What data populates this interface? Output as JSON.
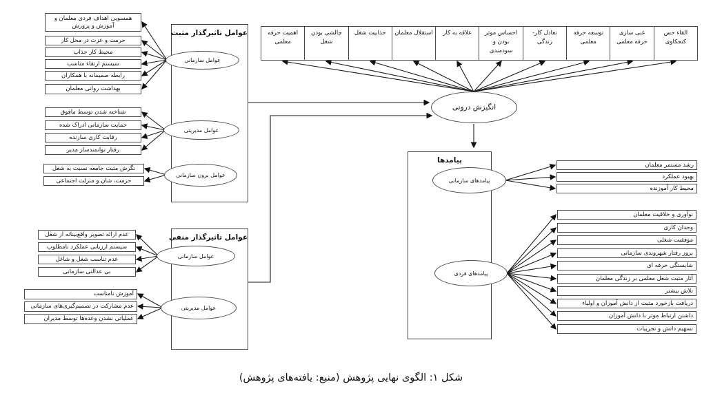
{
  "caption": "شکل ۱: الگوی نهایی پژوهش (منبع: یافته‌های پژوهش)",
  "center_node": {
    "label": "انگیزش درونی"
  },
  "motivation_aspects": [
    "اهمیت حرفه معلمی",
    "چالشی بودن شغل",
    "جذابیت شغل",
    "استقلال معلمان",
    "علاقه به کار",
    "احساس موثر بودن و سودمندی",
    "تعادل کار- زندگی",
    "توسعه حرفه معلمی",
    "غنی سازی حرفه معلمی",
    "القاء حس کنجکاوی"
  ],
  "positive_factors": {
    "title": "عوامل تاثیرگذار مثبت",
    "groups": [
      {
        "label": "عوامل سازمانی",
        "items": [
          "همسویی اهداف فردی معلمان و آموزش و پرورش",
          "حرمت و عزت در محل کار",
          "محیط کار جذاب",
          "سیستم ارتقاء مناسب",
          "رابطه صمیمانه با همکاران",
          "بهداشت روانی معلمان"
        ]
      },
      {
        "label": "عوامل مدیریتی",
        "items": [
          "شناخته شدن توسط مافوق",
          "حمایت سازمانی ادراک شده",
          "رقابت کاری سازنده",
          "رفتار توانمندساز مدیر"
        ]
      },
      {
        "label": "عوامل برون سازمانی",
        "items": [
          "نگرش مثبت جامعه نسبت به شغل",
          "حرمت، شان و منزلت اجتماعی"
        ]
      }
    ]
  },
  "negative_factors": {
    "title": "عوامل تاثیرگذار منفی",
    "groups": [
      {
        "label": "عوامل سازمانی",
        "items": [
          "عدم ارائه تصویر واقع‌بینانه از شغل",
          "سیستم ارزیابی عملکرد نامطلوب",
          "عدم تناسب شغل و شاغل",
          "بی عدالتی سازمانی"
        ]
      },
      {
        "label": "عوامل مدیریتی",
        "items": [
          "آموزش نامناسب",
          "عدم مشارکت در تصمیم‌گیری‌های سازمانی",
          "عملیاتی نشدن وعده‌ها توسط مدیران"
        ]
      }
    ]
  },
  "outcomes": {
    "title": "پیامدها",
    "groups": [
      {
        "label": "پیامدهای سازمانی",
        "items": [
          "رشد مستمر معلمان",
          "بهبود عملکرد",
          "محیط کار آموزنده"
        ]
      },
      {
        "label": "پیامدهای فردی",
        "items": [
          "نوآوری و خلاقیت معلمان",
          "وجدان کاری",
          "موفقیت شغلی",
          "بروز رفتار شهروندی سازمانی",
          "شایستگی حرفه ای",
          "آثار مثبت شغل معلمی بر زندگی معلمان",
          "تلاش بیشتر",
          "دریافت بازخورد مثبت از دانش آموزان و اولیاء",
          "داشتن ارتباط موثر با دانش آموزان",
          "تسهیم دانش و تجربیات"
        ]
      }
    ]
  },
  "colors": {
    "line": "#1a1a1a",
    "border": "#4a4a4a",
    "background": "#ffffff"
  }
}
